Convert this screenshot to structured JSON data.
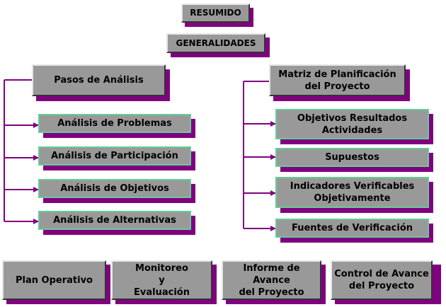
{
  "title": {
    "resumido": "RESUMIDO",
    "generalidades": "GENERALIDADES"
  },
  "left": {
    "header": "Pasos de Análisis",
    "items": [
      "Análisis de Problemas",
      "Análisis de Participación",
      "Análisis de Objetivos",
      "Análisis de Alternativas"
    ]
  },
  "right": {
    "header": "Matriz de Planificación\ndel Proyecto",
    "items": [
      "Objetivos   Resultados\nActividades",
      "Supuestos",
      "Indicadores Verificables\nObjetivamente",
      "Fuentes de Verificación"
    ]
  },
  "bottom": [
    "Plan Operativo",
    "Monitoreo\ny\nEvaluación",
    "Informe de\nAvance\ndel Proyecto",
    "Control de Avance\ndel Proyecto"
  ],
  "colors": {
    "box": "#999999",
    "shadow": "#800080",
    "line": "#800080",
    "item_border": "#66cc99"
  }
}
